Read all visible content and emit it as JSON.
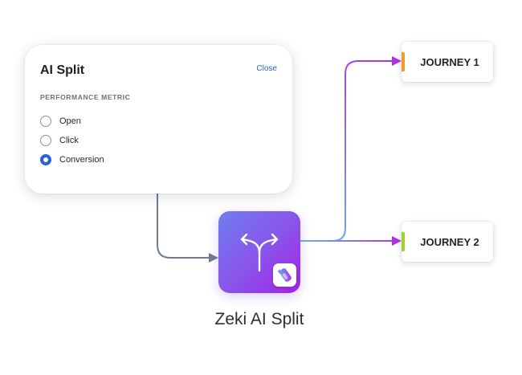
{
  "panel": {
    "title": "AI Split",
    "close_label": "Close",
    "metric_label": "PERFORMANCE METRIC",
    "options": [
      {
        "label": "Open",
        "selected": false
      },
      {
        "label": "Click",
        "selected": false
      },
      {
        "label": "Conversion",
        "selected": true
      }
    ],
    "accent_color": "#2a63d9"
  },
  "node": {
    "label": "Zeki AI Split",
    "icon": "split-arrows-icon",
    "badge_icon": "zeki-sparkle-icon",
    "gradient": [
      "#6f7ef0",
      "#a322e8"
    ]
  },
  "journeys": [
    {
      "label": "JOURNEY 1",
      "color": "#f39a2b"
    },
    {
      "label": "JOURNEY 2",
      "color": "#9ad32a"
    }
  ],
  "connector_colors": {
    "input": "#6c7c92",
    "output_start": "#5fb7e8",
    "output_end": "#b030e8"
  }
}
